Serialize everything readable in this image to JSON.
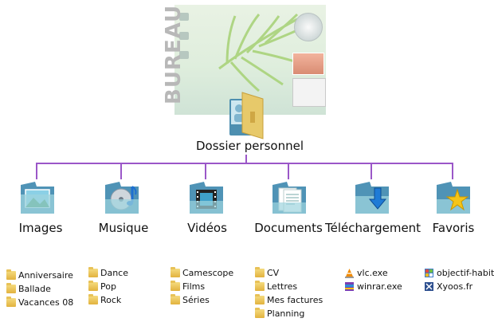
{
  "desktop": {
    "label": "BUREAU"
  },
  "root": {
    "label": "Dossier personnel"
  },
  "colors": {
    "connector": "#9b57c8",
    "folder": "#e2b23e"
  },
  "nodes": [
    {
      "label": "Images",
      "icon": "images-folder-icon",
      "items": [
        "Anniversaire",
        "Ballade",
        "Vacances 08"
      ]
    },
    {
      "label": "Musique",
      "icon": "music-folder-icon",
      "items": [
        "Dance",
        "Pop",
        "Rock"
      ]
    },
    {
      "label": "Vidéos",
      "icon": "videos-folder-icon",
      "items": [
        "Camescope",
        "Films",
        "Séries"
      ]
    },
    {
      "label": "Documents",
      "icon": "documents-folder-icon",
      "items": [
        "CV",
        "Lettres",
        "Mes factures",
        "Planning"
      ]
    },
    {
      "label": "Téléchargement",
      "icon": "download-folder-icon",
      "items": [
        "vlc.exe",
        "winrar.exe"
      ]
    },
    {
      "label": "Favoris",
      "icon": "favorites-folder-icon",
      "items": [
        "objectif-habit",
        "Xyoos.fr"
      ]
    }
  ]
}
